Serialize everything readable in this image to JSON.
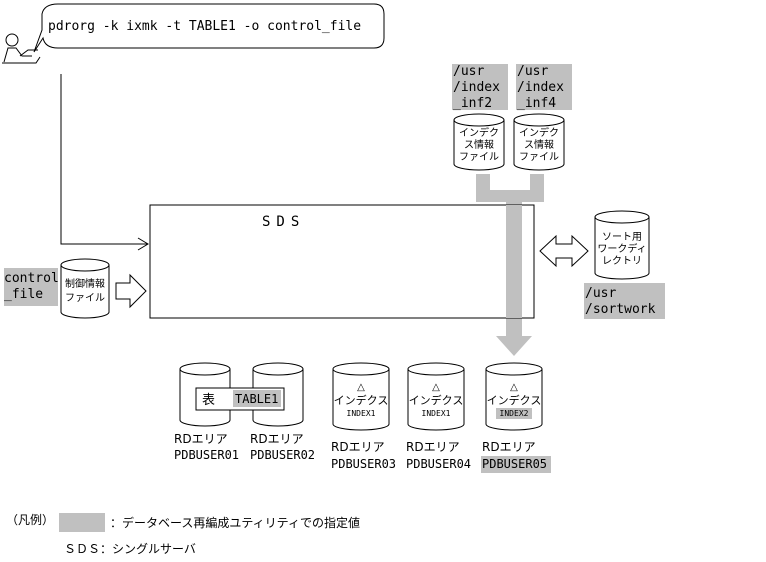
{
  "command": "pdrorg -k ixmk -t TABLE1 -o control_file",
  "index_info_files": [
    {
      "path_lines": [
        "/usr",
        "/index",
        "_inf2"
      ],
      "label_lines": [
        "インデク",
        "ス情報",
        "ファイル"
      ]
    },
    {
      "path_lines": [
        "/usr",
        "/index",
        "_inf4"
      ],
      "label_lines": [
        "インデク",
        "ス情報",
        "ファイル"
      ]
    }
  ],
  "server_label": "SDS",
  "control_file": {
    "name_lines": [
      "control",
      "_file"
    ],
    "label_lines": [
      "制御情報",
      "ファイル"
    ]
  },
  "sort_work": {
    "label_lines": [
      "ソート用",
      "ワークディ",
      "レクトリ"
    ],
    "path_lines": [
      "/usr",
      "/sortwork"
    ]
  },
  "table": {
    "marker": "表",
    "name": "TABLE1"
  },
  "rd_areas": [
    {
      "area": "RDエリア",
      "name": "PDBUSER01"
    },
    {
      "area": "RDエリア",
      "name": "PDBUSER02"
    },
    {
      "area": "RDエリア",
      "name": "PDBUSER03",
      "marker": "△",
      "kind": "インデクス",
      "index": "INDEX1"
    },
    {
      "area": "RDエリア",
      "name": "PDBUSER04",
      "marker": "△",
      "kind": "インデクス",
      "index": "INDEX1"
    },
    {
      "area": "RDエリア",
      "name": "PDBUSER05",
      "marker": "△",
      "kind": "インデクス",
      "index": "INDEX2"
    }
  ],
  "legend": {
    "title": "（凡例）",
    "gray_desc": "：データベース再編成ユティリティでの指定値",
    "sds_desc": "ＳＤＳ：シングルサーバ"
  },
  "colors": {
    "highlight": "#c0c0c0",
    "arrow": "#c0c0c0",
    "stroke": "#000000"
  }
}
